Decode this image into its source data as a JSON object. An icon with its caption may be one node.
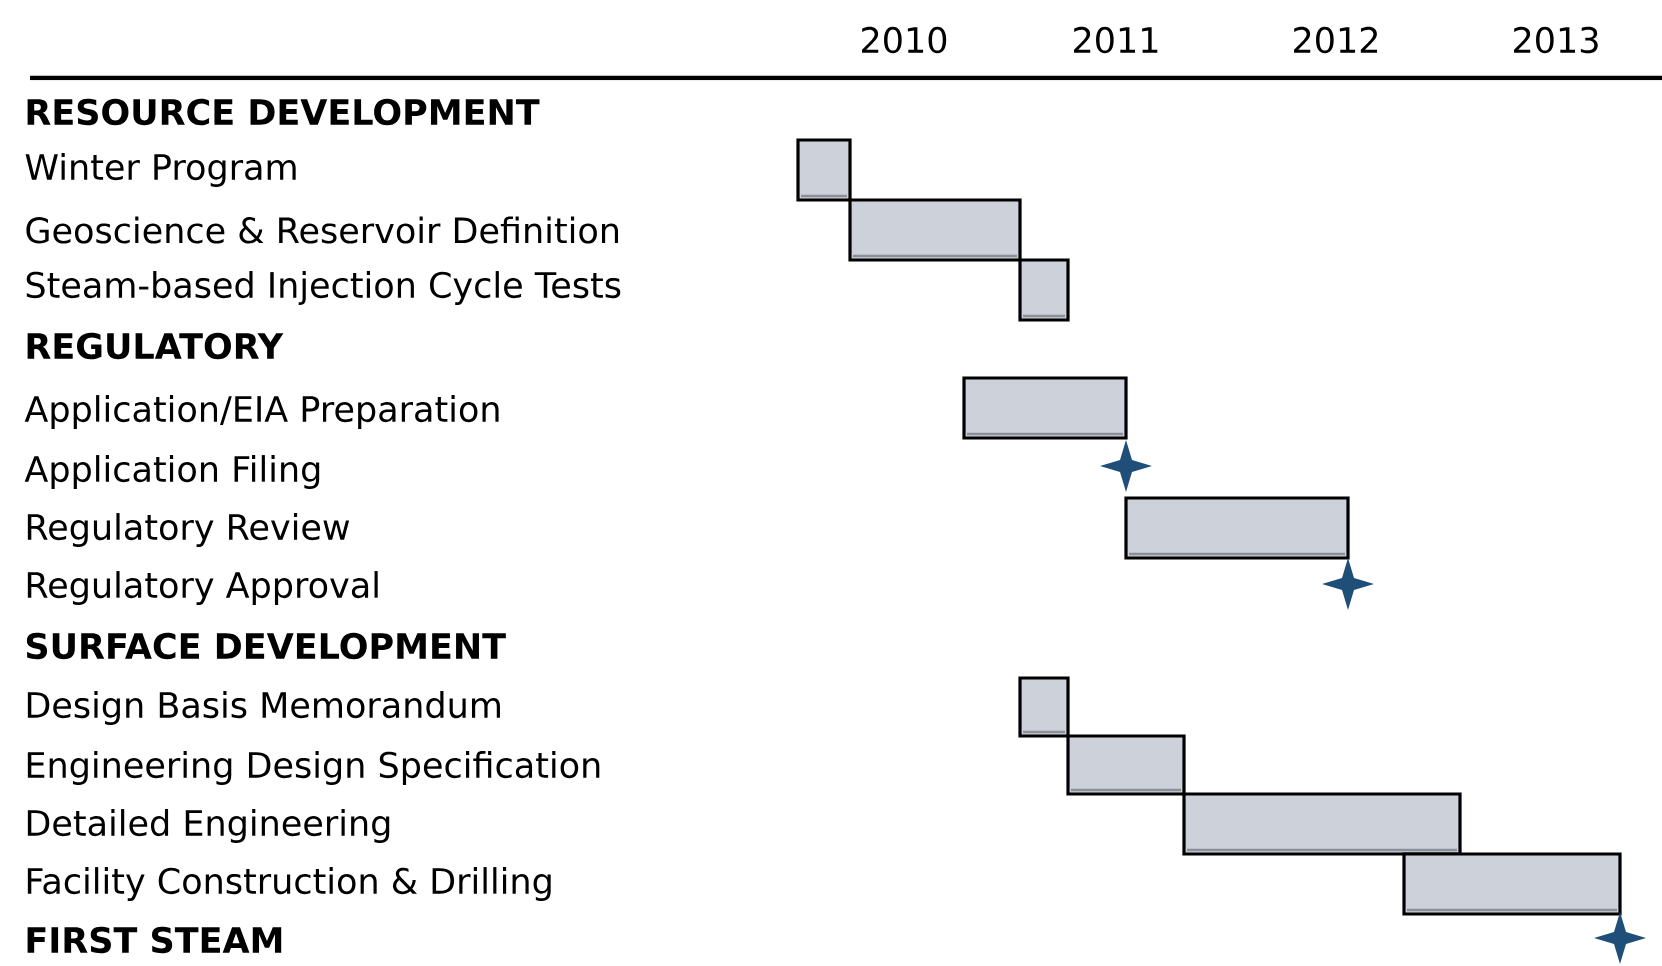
{
  "diagram": {
    "nodes": [
      {
        "text": [],
        "shape": "bar"
      },
      {
        "text": [],
        "shape": "bar"
      },
      {
        "text": [],
        "shape": "bar"
      },
      {
        "text": [],
        "shape": "bar"
      },
      {
        "text": [],
        "shape": "star"
      },
      {
        "text": [],
        "shape": "bar"
      },
      {
        "text": [],
        "shape": "star"
      },
      {
        "text": [],
        "shape": "bar"
      },
      {
        "text": [],
        "shape": "bar"
      },
      {
        "text": [],
        "shape": "bar"
      },
      {
        "text": [],
        "shape": "bar"
      },
      {
        "text": [],
        "shape": "star"
      }
    ],
    "labels": [
      "2010",
      "2011",
      "2012",
      "2013",
      "RESOURCE DEVELOPMENT",
      "Winter Program",
      "Geoscience & Reservoir Definition",
      "Steam-based Injection Cycle Tests",
      "REGULATORY",
      "Application/EIA Preparation",
      "Application Filing",
      "Regulatory Review",
      "Regulatory Approval",
      "SURFACE DEVELOPMENT",
      "Design Basis Memorandum",
      "Engineering Design Specification",
      "Detailed Engineering",
      "Facility Construction & Drilling",
      "FIRST STEAM"
    ]
  }
}
